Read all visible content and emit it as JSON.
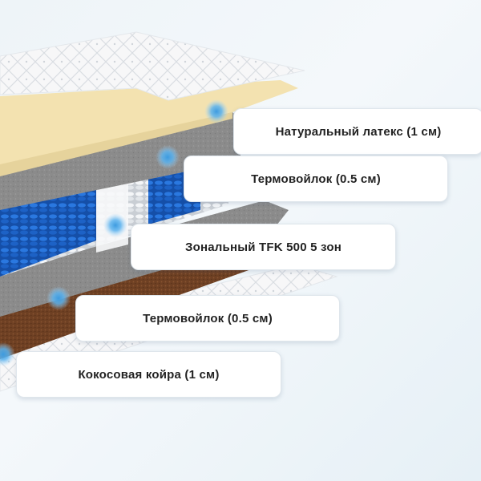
{
  "layers": [
    {
      "label": "Натуральный латекс (1 см)"
    },
    {
      "label": "Термовойлок (0.5 см)"
    },
    {
      "label": "Зональный TFK 500 5 зон"
    },
    {
      "label": "Термовойлок (0.5 см)"
    },
    {
      "label": "Кокосовая койра (1 см)"
    }
  ],
  "colors": {
    "latex": "#f3e2b0",
    "felt": "#8e8e8e",
    "spring_blue": "#1e63c8",
    "spring_white": "#f2f4f6",
    "coir": "#7a4a28",
    "cover": "#ffffff",
    "marker": "#4aa8e8"
  }
}
